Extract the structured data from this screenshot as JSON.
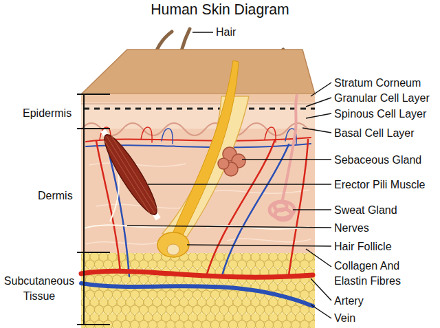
{
  "diagram": {
    "title": "Human Skin Diagram",
    "labels": [
      "Hair",
      "Stratum Corneum",
      "Granular Cell Layer",
      "Spinous Cell Layer",
      "Basal Cell Layer",
      "Epidermis",
      "Sebaceous Gland",
      "Erector Pili Muscle",
      "Dermis",
      "Sweat Gland",
      "Nerves",
      "Hair Follicle",
      "Collagen And Elastin Fibres",
      "Subcutaneous Tissue",
      "Artery",
      "Vein"
    ]
  }
}
